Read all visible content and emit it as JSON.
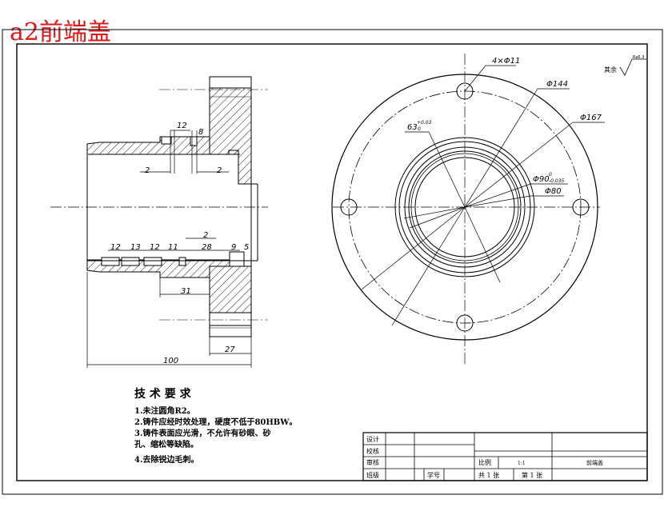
{
  "title": "a2前端盖",
  "title_color": "#e01818",
  "line_color": "#000000",
  "roughness_note": "其余",
  "roughness_value": "Ra6.3",
  "section_dims": {
    "d12_top": "12",
    "d8_top": "8",
    "d2_left": "2",
    "d2_right": "2",
    "d12_a": "12",
    "d13": "13",
    "d12_b": "12",
    "d11": "11",
    "d2_mid": "2",
    "d28": "28",
    "d9": "9",
    "d5": "5",
    "d31": "31",
    "d100": "100",
    "d27": "27"
  },
  "view_dims": {
    "holes": "4×Φ11",
    "d144": "Φ144",
    "d167": "Φ167",
    "d63": "63",
    "d63_tol": "+0.03",
    "d63_tol_low": "0",
    "d90": "Φ90",
    "d90_tol_up": "0",
    "d90_tol_low": "-0.035",
    "d80": "Φ80"
  },
  "requirements": {
    "heading": "技 术 要 求",
    "items": [
      "1.未注圆角R2。",
      "2.铸件应经时效处理，硬度不低于80HBW。",
      "3.铸件表面应光滑，不允许有砂眼、砂",
      "  孔、缩松等缺陷。",
      "4.去除锐边毛刺。"
    ]
  },
  "title_block": {
    "design": "设计",
    "check": "校核",
    "review": "审核",
    "class": "班级",
    "student_no": "学号",
    "scale_label": "比例",
    "scale_value": "1:1",
    "part_name": "前端盖",
    "sheets_total": "共 1 张",
    "sheet_no": "第 1 张"
  }
}
